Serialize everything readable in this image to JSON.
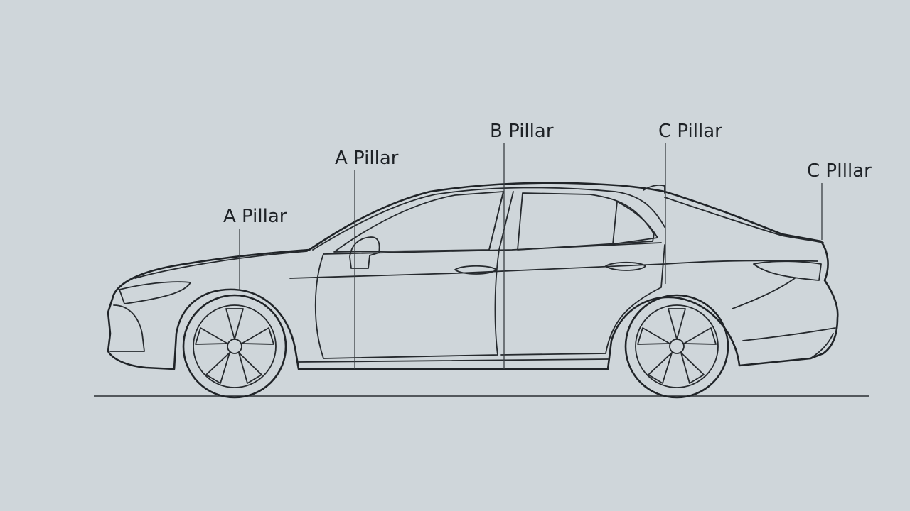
{
  "diagram": {
    "labels": [
      {
        "id": "a-pillar-low",
        "text": "A Pillar"
      },
      {
        "id": "a-pillar-high",
        "text": "A Pillar"
      },
      {
        "id": "b-pillar",
        "text": "B Pillar"
      },
      {
        "id": "c-pillar",
        "text": "C Pillar"
      },
      {
        "id": "c-pillar-rear",
        "text": "C PIllar"
      }
    ]
  }
}
